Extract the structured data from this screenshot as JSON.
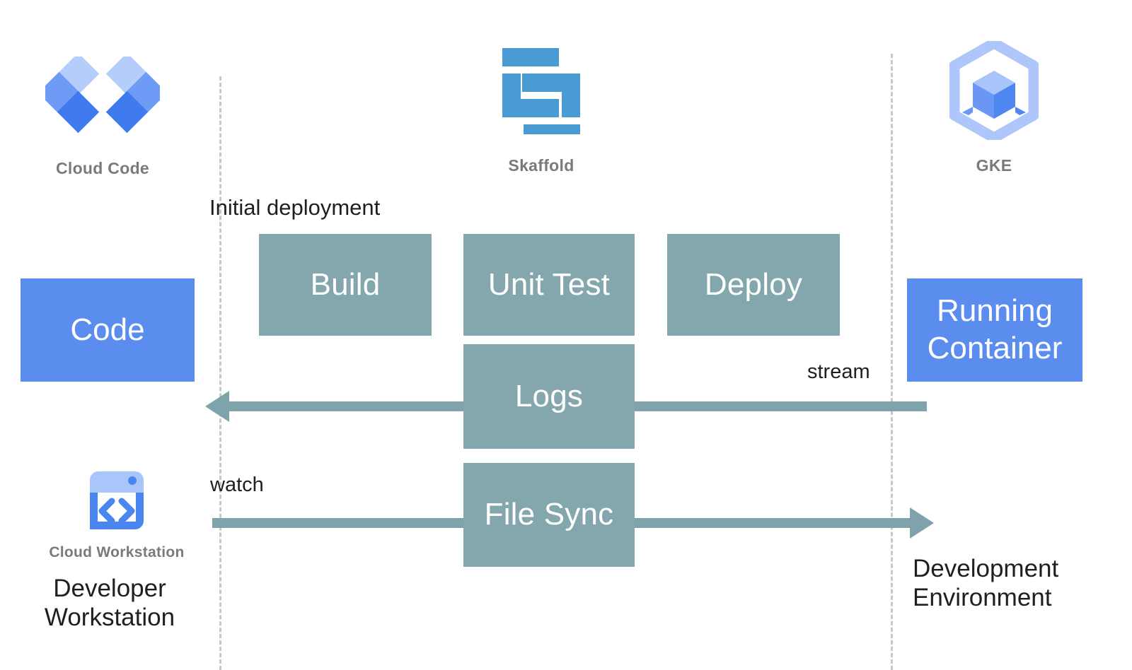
{
  "diagram": {
    "title": "Cloud Code / Skaffold / GKE development loop",
    "colors": {
      "stage_box": "#84a7ae",
      "endpoint_box": "#5b8def",
      "arrow": "#7ea3ab",
      "dashed_line": "#c6c8ca",
      "caption_gray": "#7a7a7a",
      "text_dark": "#1f1f1f",
      "skaffold_blue": "#4a9ad4",
      "gke_hex": "#aec6fa",
      "gke_cube_top": "#a8c4f8",
      "gke_cube_left": "#6a97f4",
      "gke_cube_right": "#4f86ef",
      "cloudcode_light": "#b5cdfa",
      "cloudcode_mid": "#6d9bf5",
      "cloudcode_dark": "#3f7bef",
      "workstation_light": "#a9c6fb",
      "workstation_dark": "#4a86f0"
    }
  },
  "products": {
    "cloud_code": {
      "caption": "Cloud Code",
      "icon": "cloud-code-diamonds-icon"
    },
    "skaffold": {
      "caption": "Skaffold",
      "icon": "skaffold-s-blocks-icon"
    },
    "gke": {
      "caption": "GKE",
      "icon": "gke-hexagon-cube-icon"
    },
    "cloud_workstation": {
      "caption": "Cloud Workstation",
      "icon": "cloud-workstation-code-window-icon"
    }
  },
  "endpoints": {
    "code": "Code",
    "running_container": "Running\nContainer"
  },
  "stages": [
    {
      "id": "build",
      "label": "Build"
    },
    {
      "id": "unit-test",
      "label": "Unit Test"
    },
    {
      "id": "deploy",
      "label": "Deploy"
    },
    {
      "id": "logs",
      "label": "Logs"
    },
    {
      "id": "file-sync",
      "label": "File Sync"
    }
  ],
  "stage_labels": {
    "build": "Build",
    "unit_test": "Unit Test",
    "deploy": "Deploy",
    "logs": "Logs",
    "file_sync": "File Sync"
  },
  "flow_labels": {
    "initial_deployment": "Initial deployment",
    "stream": "stream",
    "watch": "watch"
  },
  "environments": {
    "left": "Developer\nWorkstation",
    "right": "Development\nEnvironment"
  },
  "arrows": [
    {
      "id": "logs-arrow",
      "direction": "left",
      "label": "stream",
      "from": "Running Container",
      "to": "Code"
    },
    {
      "id": "file-sync-arrow",
      "direction": "right",
      "label": "watch",
      "from": "Code",
      "to": "Running Container"
    }
  ]
}
